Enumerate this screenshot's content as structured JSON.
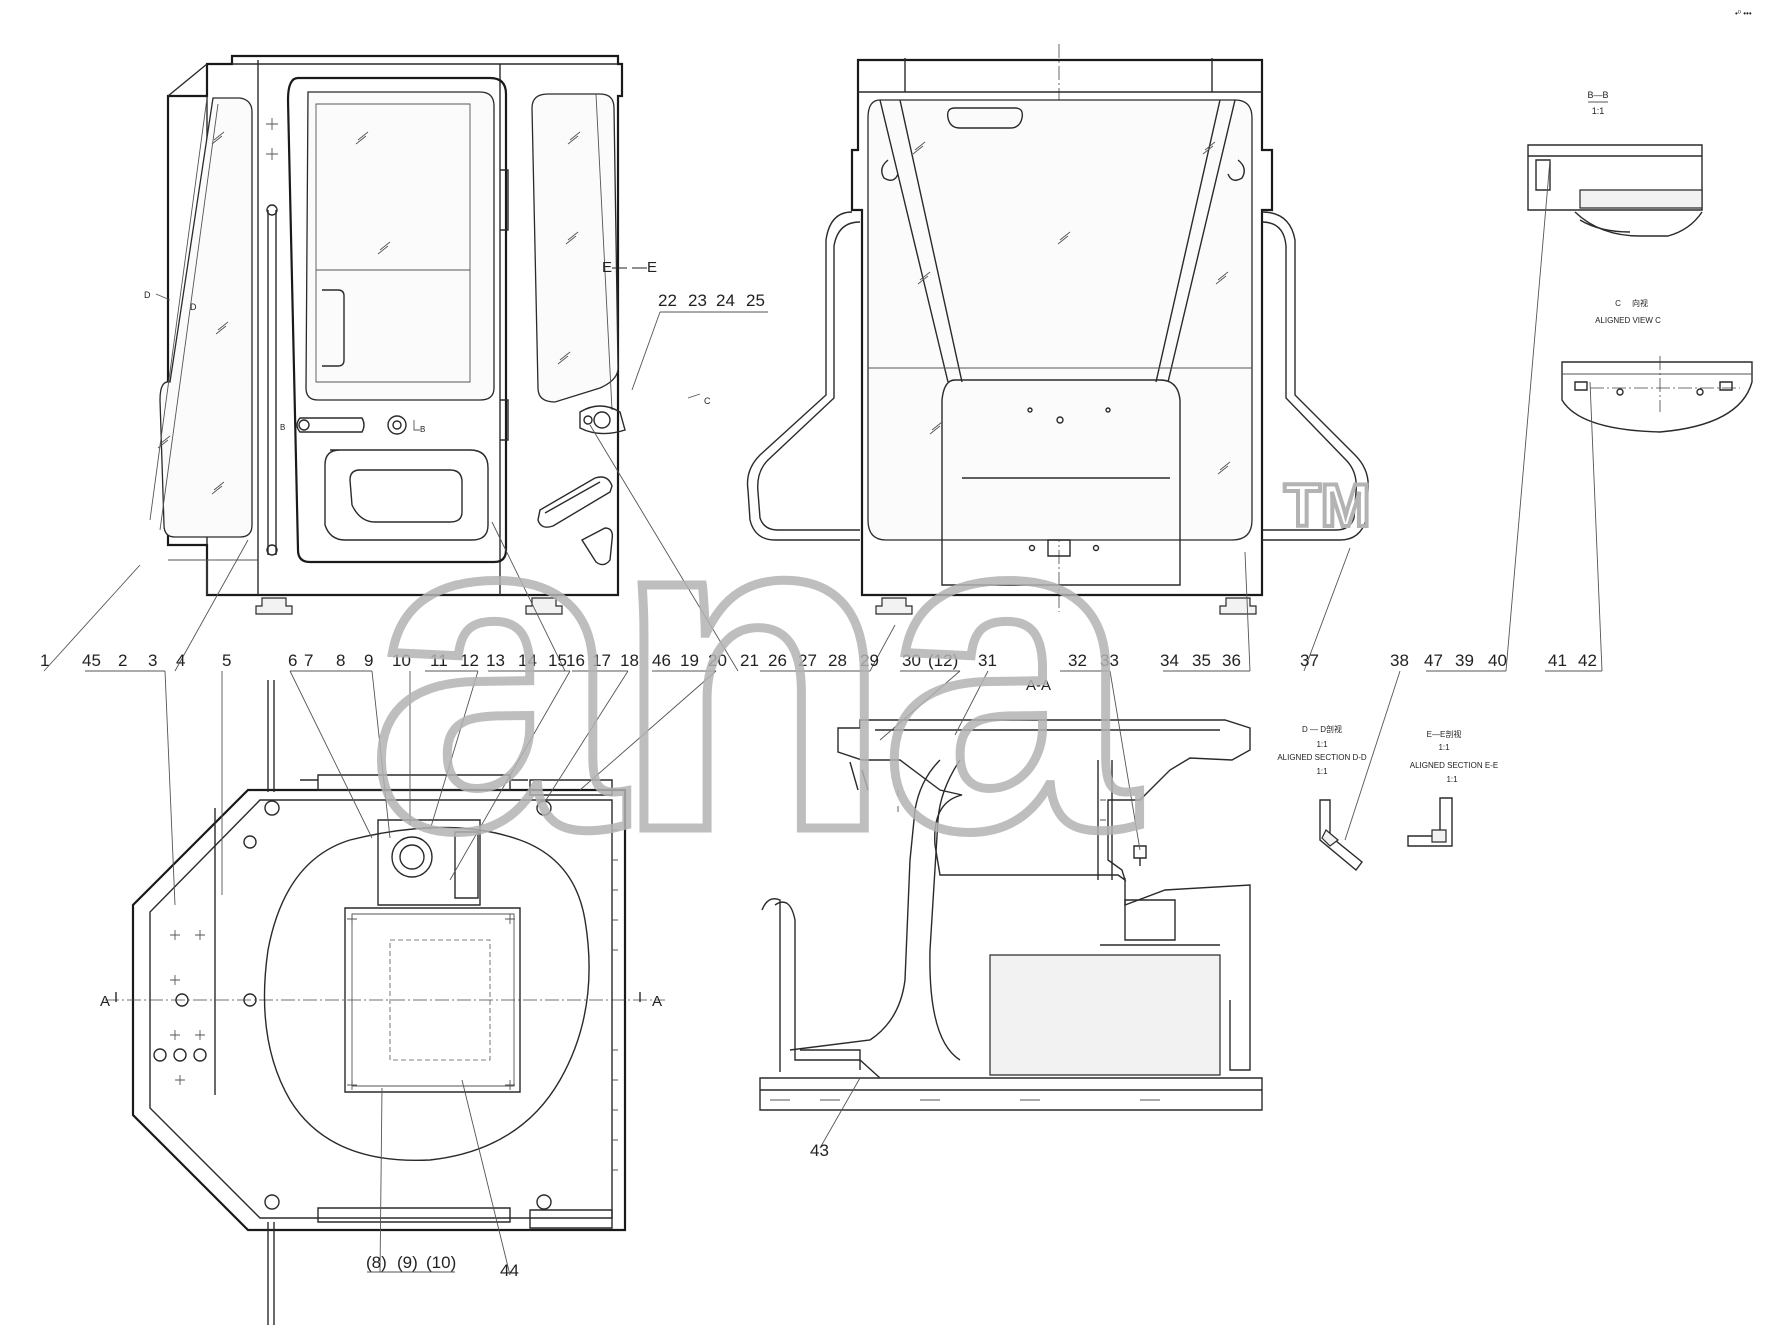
{
  "corner_mark": "•⁰ •••",
  "views": {
    "section_aa": "A-A",
    "section_bb": "B—B",
    "section_bb_scale": "1:1",
    "view_c_code": "C",
    "view_c_cn": "向视",
    "view_c_en": "ALIGNED VIEW C",
    "section_dd": "D — D剖视",
    "section_dd_scale": "1:1",
    "section_dd_en": "ALIGNED SECTION D-D",
    "section_dd_scale2": "1:1",
    "section_ee": "E—E剖视",
    "section_ee_scale": "1:1",
    "section_ee_en": "ALIGNED SECTION E-E",
    "section_ee_scale2": "1:1"
  },
  "markers": {
    "d1": "D",
    "d2": "D",
    "e1": "E—",
    "e2": "—E",
    "b1": "B",
    "b2": "B",
    "c1": "C",
    "a_left": "A",
    "a_right": "A"
  },
  "callouts": {
    "row1": [
      "1",
      "45",
      "2",
      "3",
      "4",
      "5",
      "6",
      "7",
      "8",
      "9",
      "10",
      "11",
      "12",
      "13",
      "14",
      "15",
      "16",
      "17",
      "18",
      "46",
      "19",
      "20",
      "21",
      "26",
      "27",
      "28",
      "29",
      "30",
      "(12)",
      "31",
      "32",
      "33",
      "34",
      "35",
      "36",
      "37",
      "38",
      "47",
      "39",
      "40",
      "41",
      "42"
    ],
    "row_top": [
      "22",
      "23",
      "24",
      "25"
    ],
    "bottom": [
      "(8)",
      "(9)",
      "(10)",
      "44",
      "43"
    ]
  },
  "watermark": {
    "text": "ana",
    "tm": "TM"
  }
}
